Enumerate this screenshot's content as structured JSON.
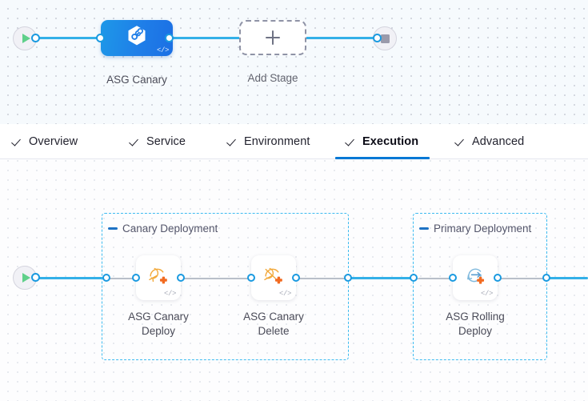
{
  "colors": {
    "accent_blue": "#0278d5",
    "edge_blue": "#33b0e8",
    "group_border": "#3dbbf0",
    "stage_blue": "#1f7ee8",
    "aws_orange": "#f0962f",
    "plus_orange": "#f26b21",
    "play_green": "#5fd08a",
    "stop_gray": "#9a9aab",
    "dashed_edge": "#b9bfc9"
  },
  "stage_canvas": {
    "name": "pipeline-stage-canvas",
    "start_node": {
      "icon": "play-icon"
    },
    "end_node": {
      "icon": "stop-icon"
    },
    "stage": {
      "label": "ASG Canary",
      "icon": "asg-hexagon-infinity-icon",
      "code_badge": "</>"
    },
    "add_stage": {
      "label": "Add Stage",
      "icon": "plus-icon"
    }
  },
  "tabs": {
    "name": "stage-config-tabs",
    "items": [
      {
        "label": "Overview",
        "icon": "check-icon",
        "active": false
      },
      {
        "label": "Service",
        "icon": "check-icon",
        "active": false
      },
      {
        "label": "Environment",
        "icon": "check-icon",
        "active": false
      },
      {
        "label": "Execution",
        "icon": "check-icon",
        "active": true
      },
      {
        "label": "Advanced",
        "icon": "check-icon",
        "active": false
      }
    ]
  },
  "execution_canvas": {
    "name": "execution-steps-canvas",
    "start_node": {
      "icon": "play-icon"
    },
    "groups": [
      {
        "label": "Canary Deployment",
        "toggle_icon": "collapse-dash-icon",
        "steps": [
          {
            "label": "ASG Canary\nDeploy",
            "icon": "asg-canary-deploy-icon",
            "code_badge": "</>"
          },
          {
            "label": "ASG Canary\nDelete",
            "icon": "asg-canary-delete-icon",
            "code_badge": "</>"
          }
        ]
      },
      {
        "label": "Primary Deployment",
        "toggle_icon": "collapse-dash-icon",
        "steps": [
          {
            "label": "ASG Rolling\nDeploy",
            "icon": "asg-rolling-deploy-icon",
            "code_badge": "</>"
          }
        ]
      }
    ]
  }
}
